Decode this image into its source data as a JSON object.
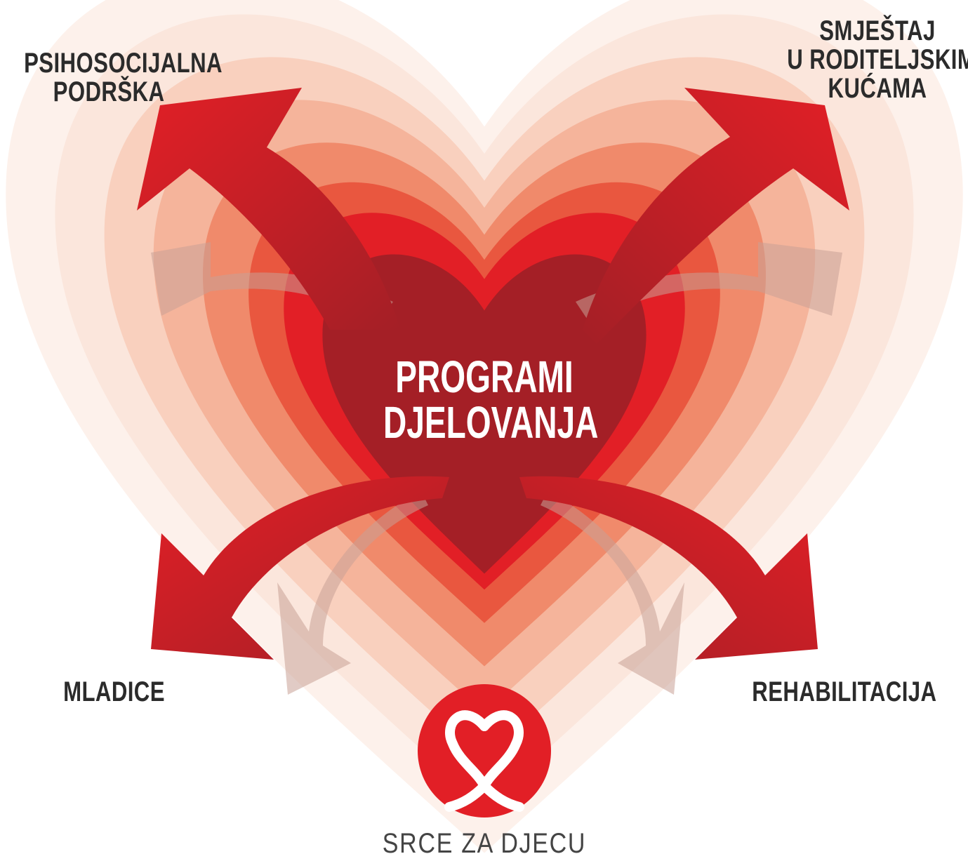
{
  "center": {
    "line1": "PROGRAMI",
    "line2": "DJELOVANJA"
  },
  "programs": {
    "top_left": {
      "line1": "PSIHOSOCIJALNA",
      "line2": "PODRŠKA"
    },
    "top_right": {
      "line1": "SMJEŠTAJ",
      "line2": "U RODITELJSKIM",
      "line3": "KUĆAMA"
    },
    "bottom_left": {
      "line1": "MLADICE"
    },
    "bottom_right": {
      "line1": "REHABILITACIJA"
    }
  },
  "brand": {
    "name": "SRCE ZA DJECU"
  },
  "colors": {
    "core": "#a41f26",
    "ring_red": "#e21f26",
    "ring_mid": "#e9573f",
    "ring_light": "#f08a6b",
    "ring_pale": "#f5b49b",
    "ring_faint": "#f9d0be",
    "ring_faintest": "#fbe6dc",
    "arrow": "#c4161c",
    "text_dark": "#2b2b2b"
  }
}
